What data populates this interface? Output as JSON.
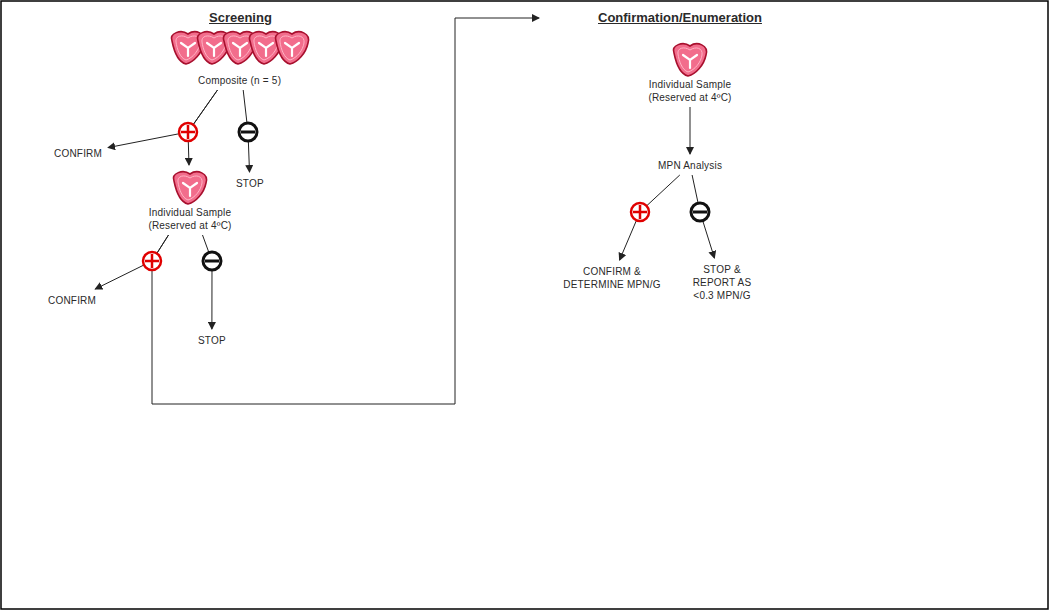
{
  "diagram": {
    "nodes": [
      {
        "text": [
          "Composite (n = 5)"
        ]
      },
      {
        "text": [
          "CONFIRM"
        ]
      },
      {
        "text": [
          "STOP"
        ]
      },
      {
        "text": [
          "Individual Sample (Reserved at 4ºC)"
        ]
      },
      {
        "text": [
          "CONFIRM"
        ]
      },
      {
        "text": [
          "STOP"
        ]
      },
      {
        "text": [
          "Confirmation/Enumeration"
        ]
      },
      {
        "text": [
          "Individual Sample (Reserved at 4ºC)"
        ],
        "in": 6
      },
      {
        "text": [
          "MPN Analysis"
        ],
        "in": 6
      },
      {
        "text": [
          "CONFIRM & DETERMINE MPN/G"
        ],
        "in": 6
      },
      {
        "text": [
          "STOP & REPORT AS <0.3 MPN/G"
        ],
        "in": 6
      }
    ],
    "edges": [
      {
        "from": 0,
        "to": 1,
        "arrow": "to"
      },
      {
        "from": 0,
        "to": 3,
        "arrow": "to"
      },
      {
        "from": 0,
        "to": 2,
        "arrow": "to"
      },
      {
        "from": 3,
        "to": 4,
        "arrow": "to"
      },
      {
        "from": 3,
        "to": 5,
        "arrow": "to"
      },
      {
        "from": 3,
        "to": 6,
        "arrow": "to"
      },
      {
        "from": 7,
        "to": 8,
        "arrow": "to"
      },
      {
        "from": 8,
        "to": 9,
        "arrow": "to"
      },
      {
        "from": 8,
        "to": 10,
        "arrow": "to"
      }
    ],
    "labels": [
      "Screening"
    ]
  }
}
